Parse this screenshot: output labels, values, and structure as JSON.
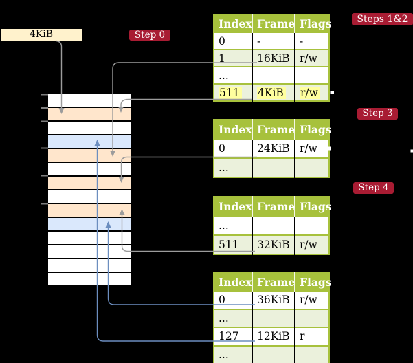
{
  "frame_box": {
    "label": "4KiB"
  },
  "badges": {
    "step0": "Step 0",
    "steps12": "Steps 1&2",
    "step3": "Step 3",
    "step4": "Step 4"
  },
  "table_headers": [
    "Index",
    "Frame",
    "Flags"
  ],
  "tables": {
    "t1": {
      "rows": [
        [
          "0",
          "-",
          "-"
        ],
        [
          "1",
          "16KiB",
          "r/w"
        ],
        [
          "...",
          "",
          ""
        ],
        [
          "511",
          "4KiB",
          "r/w"
        ]
      ]
    },
    "t2": {
      "rows": [
        [
          "0",
          "24KiB",
          "r/w"
        ],
        [
          "...",
          "",
          ""
        ]
      ]
    },
    "t3": {
      "rows": [
        [
          "...",
          "",
          ""
        ],
        [
          "511",
          "32KiB",
          "r/w"
        ]
      ]
    },
    "t4": {
      "rows": [
        [
          "0",
          "36KiB",
          "r/w"
        ],
        [
          "...",
          "",
          ""
        ],
        [
          "127",
          "12KiB",
          "r"
        ],
        [
          "...",
          "",
          ""
        ]
      ]
    }
  },
  "memory_rows": [
    "white",
    "orange",
    "white",
    "blue",
    "orange",
    "white",
    "orange",
    "white",
    "orange",
    "blue",
    "white",
    "white",
    "white",
    "white"
  ],
  "colors": {
    "table_header_green": "#A7C13C",
    "table_row_green": "#EBF1DC",
    "highlight_yellow": "#FFFF9E",
    "badge_red": "#A81C33",
    "frame_box_cream": "#FFF2CC",
    "memory_orange": "#FFE6CC",
    "memory_blue": "#DAE8FC",
    "arrow_gray": "#9C9C9C",
    "arrow_blue": "#6C8EBF"
  }
}
